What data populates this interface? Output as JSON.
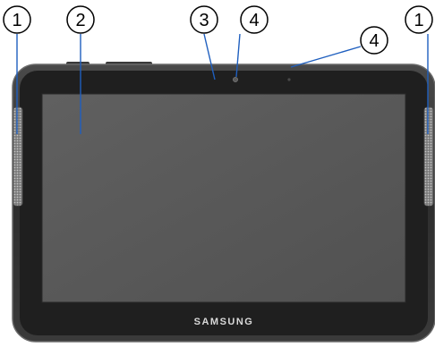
{
  "brand": "SAMSUNG",
  "callouts": [
    {
      "number": "1"
    },
    {
      "number": "2"
    },
    {
      "number": "3"
    },
    {
      "number": "4"
    },
    {
      "number": "4"
    },
    {
      "number": "1"
    }
  ],
  "colors": {
    "callout_line": "#1f5fbf",
    "body_dark": "#2b2b2b",
    "bezel": "#1e1e1e",
    "screen": "#5a5a5a",
    "speaker": "#9a9a9a",
    "brand_text": "#d9d9d9"
  }
}
